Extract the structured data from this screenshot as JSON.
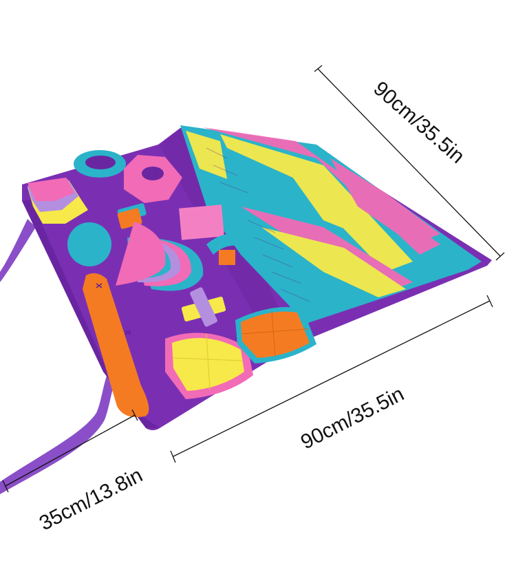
{
  "product": {
    "description": "Pet snuffle / nosework feeding mat, purple felt base with colorful felt puzzle pieces and fringe strips"
  },
  "colors": {
    "base_purple": "#7a2fb3",
    "base_purple_dark": "#5e1f94",
    "strap_purple": "#8a4fc8",
    "teal": "#2bb3c9",
    "pink": "#f26bb6",
    "yellow": "#f7e94a",
    "orange": "#f57b23",
    "lavender": "#b48fe0",
    "dimension_line": "#111111"
  },
  "dimensions": {
    "length_label": "90cm/35.5in",
    "width_label": "90cm/35.5in",
    "depth_label": "35cm/13.8in"
  }
}
